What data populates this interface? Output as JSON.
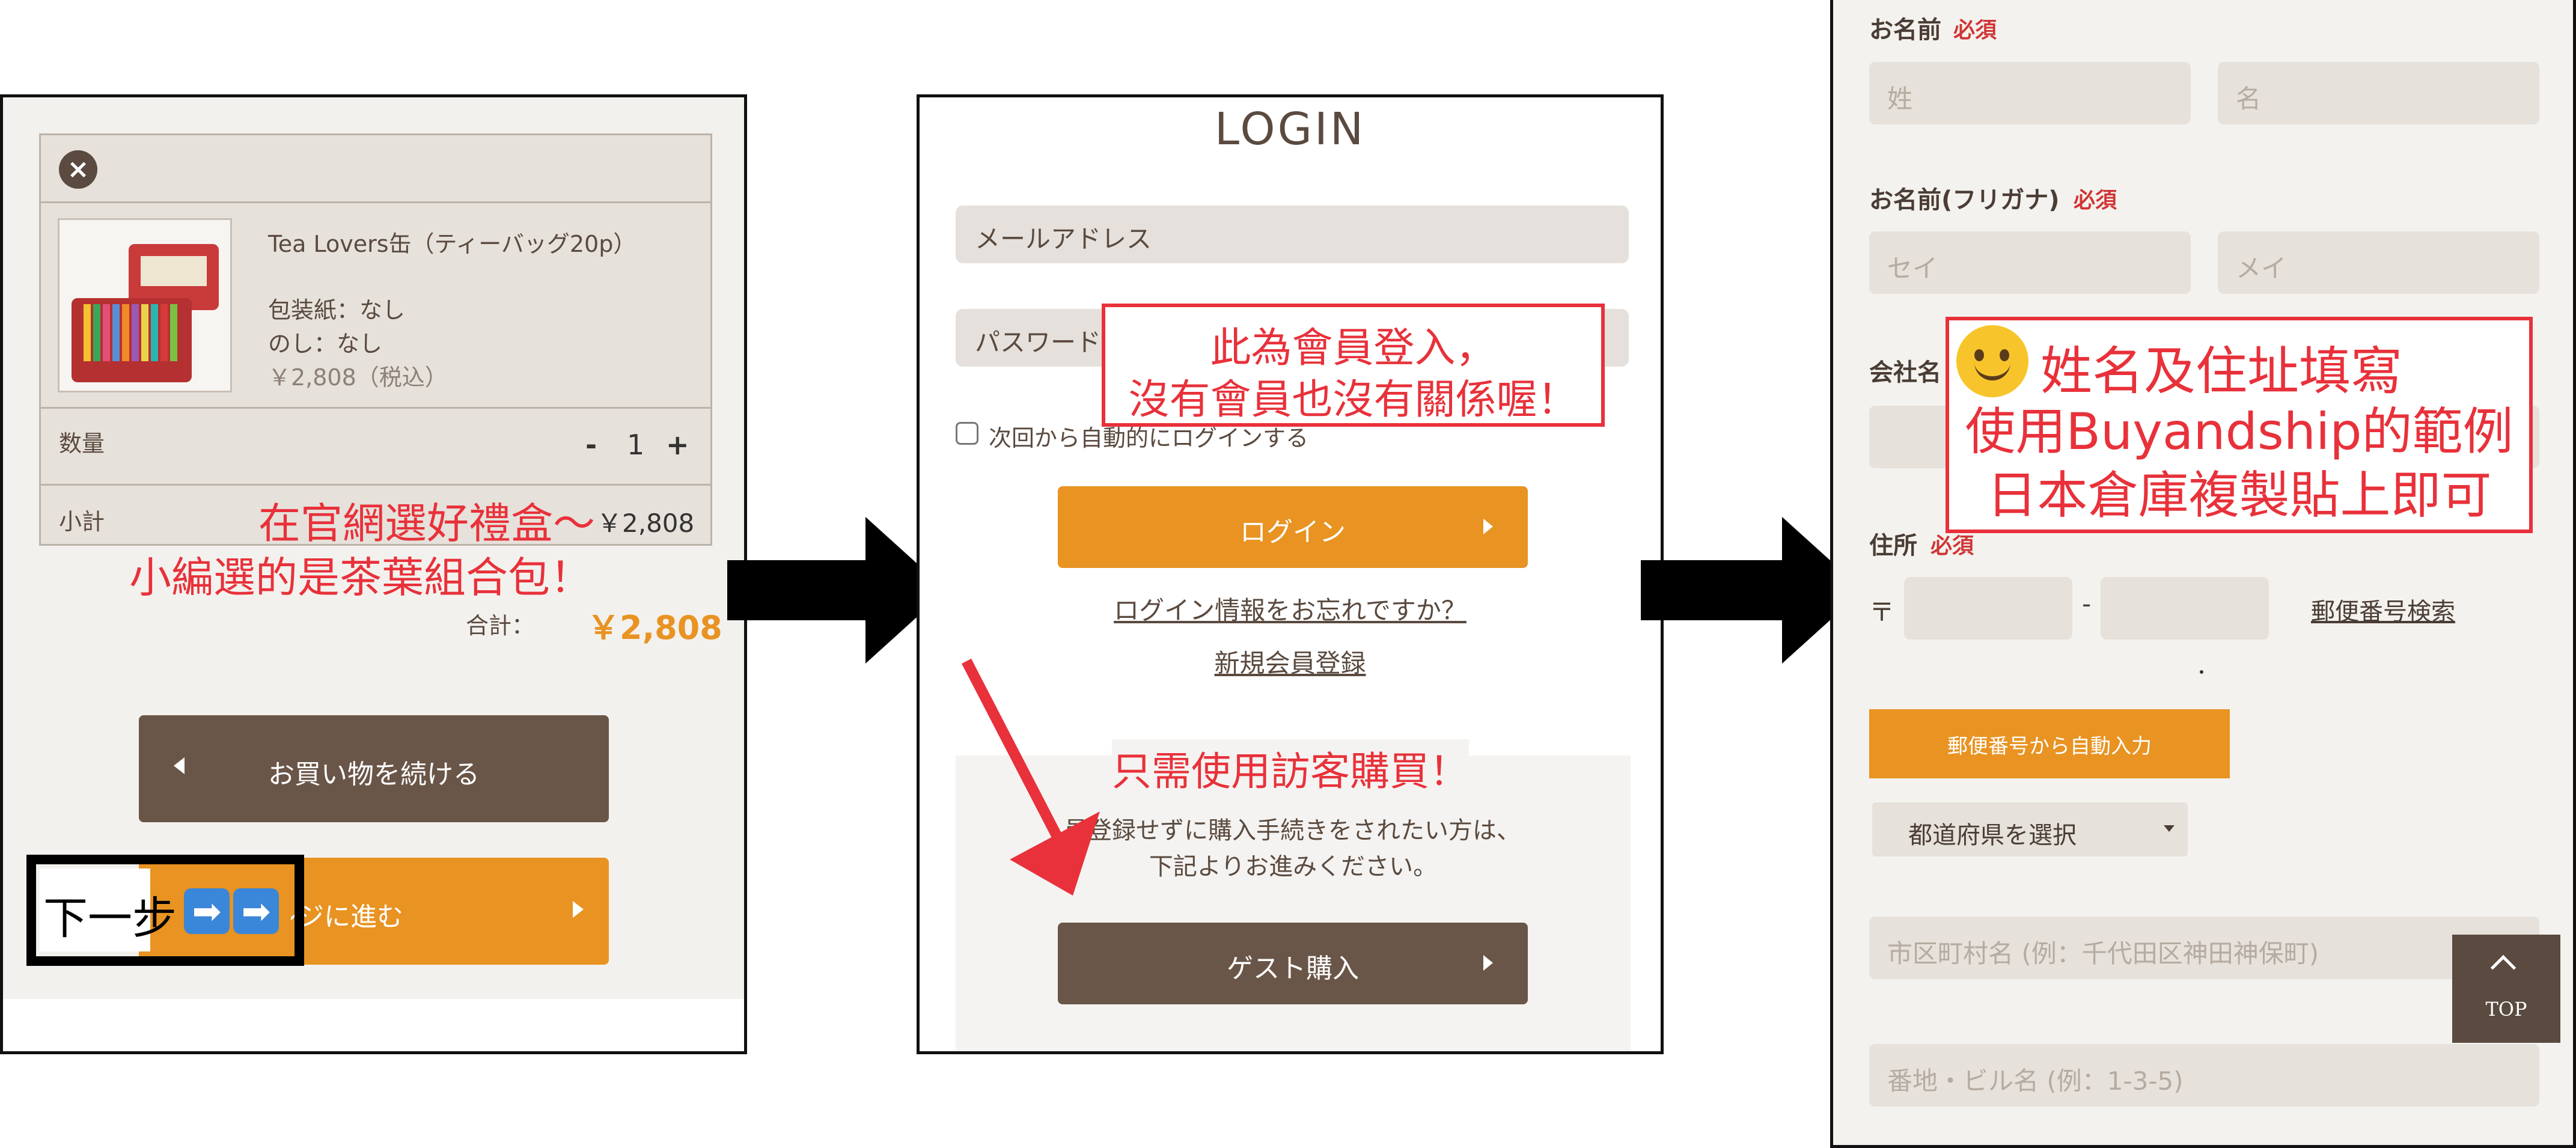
{
  "cart": {
    "product_name": "Tea Lovers缶（ティーバッグ20p）",
    "wrapping": "包装紙：なし",
    "noshi": "のし：なし",
    "price": "￥2,808（税込）",
    "qty_label": "数量",
    "qty_minus": "-",
    "qty_value": "1",
    "qty_plus": "+",
    "subtotal_label": "小計",
    "subtotal_value": "￥2,808",
    "total_label": "合計：",
    "total_value": "￥2,808",
    "continue_button": "お買い物を続ける",
    "checkout_button": "レジに進む",
    "close_icon": "close-icon"
  },
  "annotations": {
    "cart_note_line1": "在官網選好禮盒～",
    "cart_note_line2": "小編選的是茶葉組合包！",
    "next_step": "下一步",
    "login_note_line1": "此為會員登入，",
    "login_note_line2": "沒有會員也沒有關係喔！",
    "guest_note": "只需使用訪客購買！",
    "form_note_emoji": "😊",
    "form_note_line1": "姓名及住址填寫",
    "form_note_line2": "使用Buyandship的範例",
    "form_note_line3": "日本倉庫複製貼上即可",
    "arrow_emoji": "➡️"
  },
  "login": {
    "title": "LOGIN",
    "email_placeholder": "メールアドレス",
    "password_placeholder": "パスワード",
    "auto_login": "次回から自動的にログインする",
    "login_button": "ログイン",
    "forgot_link": "ログイン情報をお忘れですか？",
    "register_link": "新規会員登録",
    "guest_text_line1": "員登録せずに購入手続きをされたい方は、",
    "guest_text_line2": "下記よりお進みください。",
    "guest_button": "ゲスト購入"
  },
  "form": {
    "name_label": "お名前",
    "name_required": "必須",
    "last_name_ph": "姓",
    "first_name_ph": "名",
    "kana_label": "お名前(フリガナ)",
    "kana_required": "必須",
    "last_kana_ph": "セイ",
    "first_kana_ph": "メイ",
    "company_label": "会社名",
    "address_label": "住所",
    "address_required": "必須",
    "postal_mark": "〒",
    "postal_dash": "-",
    "postal_search": "郵便番号検索",
    "auto_fill_button": "郵便番号から自動入力",
    "prefecture_select": "都道府県を選択",
    "city_ph": "市区町村名 (例：千代田区神田神保町)",
    "street_ph": "番地・ビル名 (例：1-3-5)",
    "top_label": "TOP"
  },
  "colors": {
    "accent_orange": "#e89322",
    "brand_brown": "#6a5648",
    "annotation_red": "#e8313a"
  }
}
